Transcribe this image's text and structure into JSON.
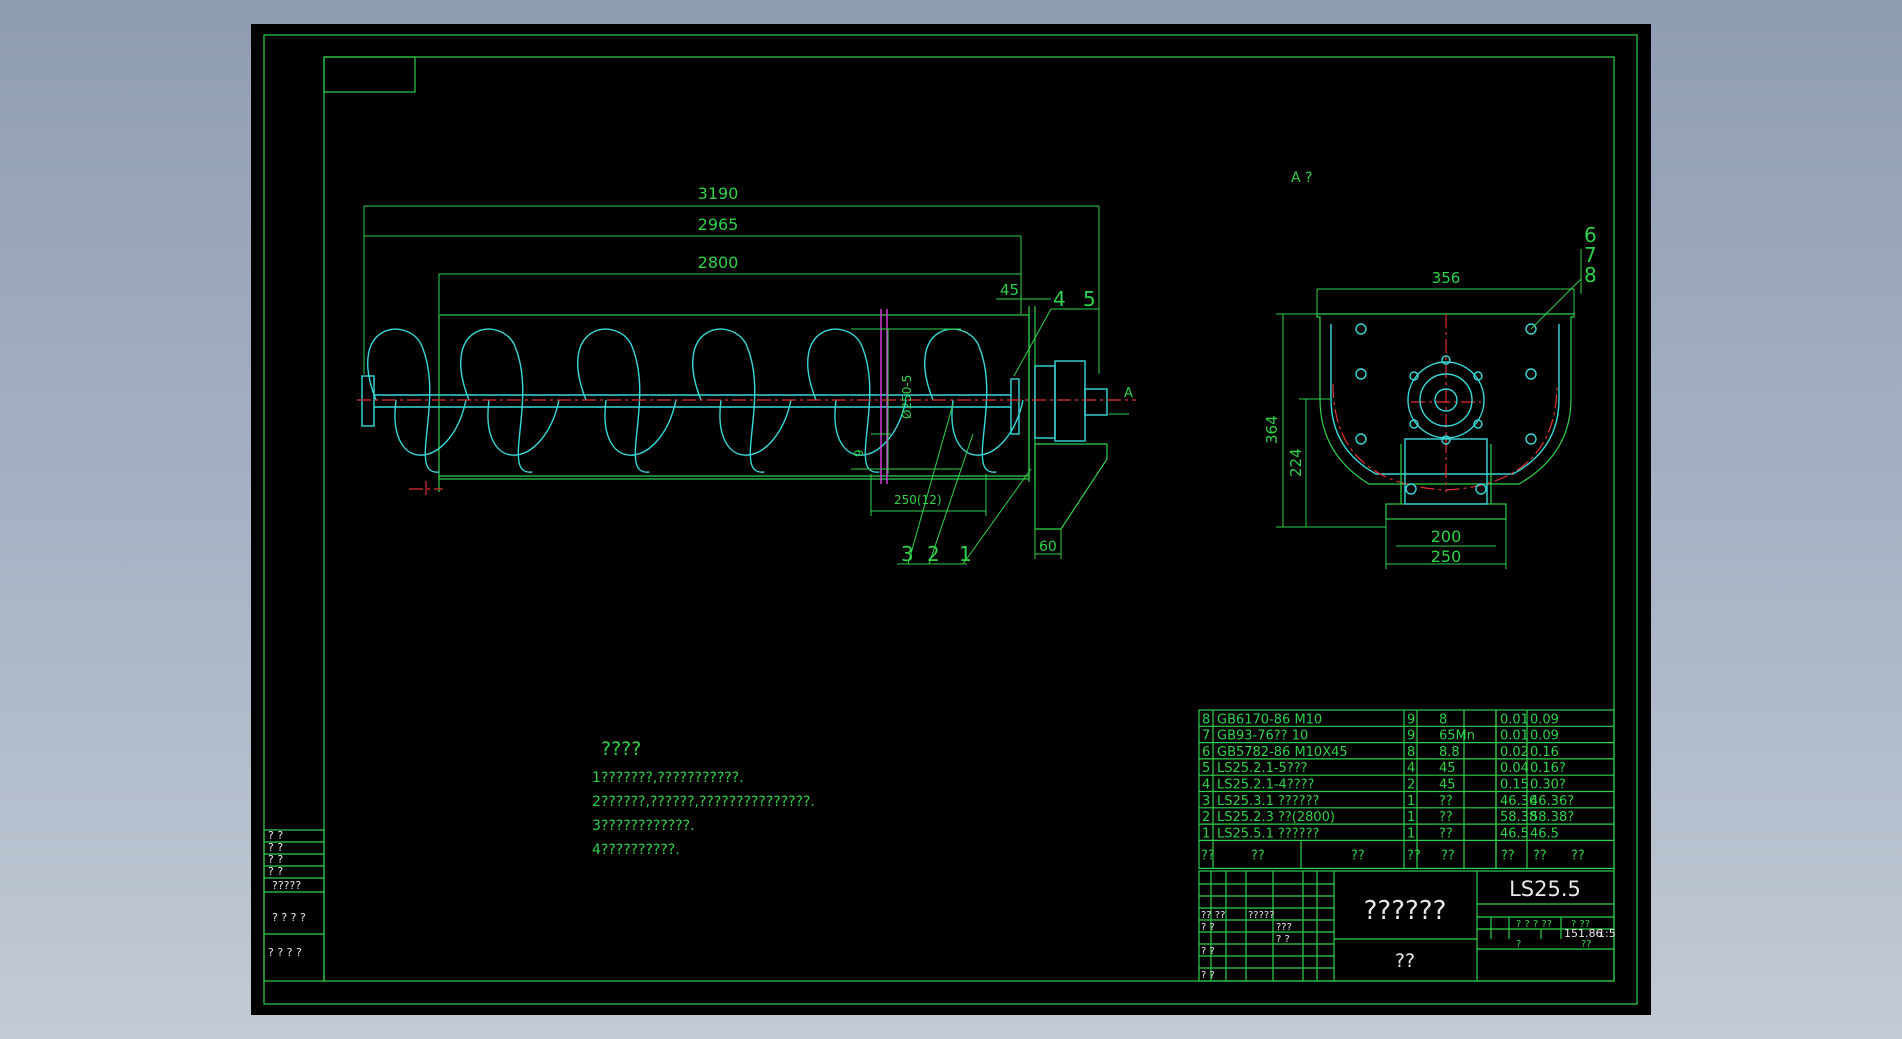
{
  "view_label": "A ?",
  "section_marker": "A",
  "dims_main": {
    "d3190": "3190",
    "d2965": "2965",
    "d2800": "2800",
    "d45": "45",
    "diameter": "Ø250-5",
    "d9": "9",
    "d250": "250(12)",
    "d60": "60"
  },
  "part_refs": {
    "p1": "1",
    "p2": "2",
    "p3": "3",
    "p4": "4",
    "p5": "5",
    "p6": "6",
    "p7": "7",
    "p8": "8"
  },
  "dims_side": {
    "d356": "356",
    "d364": "364",
    "d224": "224",
    "d200": "200",
    "d250": "250"
  },
  "notes": {
    "title": "????",
    "lines": [
      "1???????,???????????.",
      "2??????,??????,???????????????.",
      "3????????????.",
      "4??????????."
    ]
  },
  "bom": {
    "rows": [
      [
        "8",
        "GB6170-86 M10",
        "9",
        "8",
        "0.01",
        "0.09"
      ],
      [
        "7",
        "GB93-76?? 10",
        "9",
        "65Mn",
        "0.01",
        "0.09"
      ],
      [
        "6",
        "GB5782-86 M10X45",
        "8",
        "8.8",
        "0.02",
        "0.16"
      ],
      [
        "5",
        "LS25.2.1-5???",
        "4",
        "45",
        "0.04",
        "0.16?"
      ],
      [
        "4",
        "LS25.2.1-4????",
        "2",
        "45",
        "0.15",
        "0.30?"
      ],
      [
        "3",
        "LS25.3.1 ??????",
        "1",
        "??",
        "46.36",
        "46.36?"
      ],
      [
        "2",
        "LS25.2.3 ??(2800)",
        "1",
        "??",
        "58.38",
        "58.38?"
      ],
      [
        "1",
        "LS25.5.1 ??????",
        "1",
        "??",
        "46.5",
        "46.5"
      ]
    ],
    "header": [
      "??",
      "??",
      "??",
      "??",
      "??",
      "??",
      "??",
      "??"
    ]
  },
  "title_block": {
    "drawing_title": "??????",
    "drawing_no": "LS25.5",
    "material": "??",
    "mass": "151.86",
    "scale": "1:5",
    "small_labels": [
      "?? ??",
      "?????",
      "???",
      "? ?",
      "? ?",
      "? ?",
      "? ?",
      "? ? ? ??",
      "? ??"
    ],
    "sheet_labels": [
      "?",
      "??"
    ]
  },
  "margin_block": {
    "rows": [
      "? ?",
      "? ?",
      "? ?",
      "? ?",
      "?????",
      "? ? ? ?",
      "? ? ?  ?"
    ]
  }
}
